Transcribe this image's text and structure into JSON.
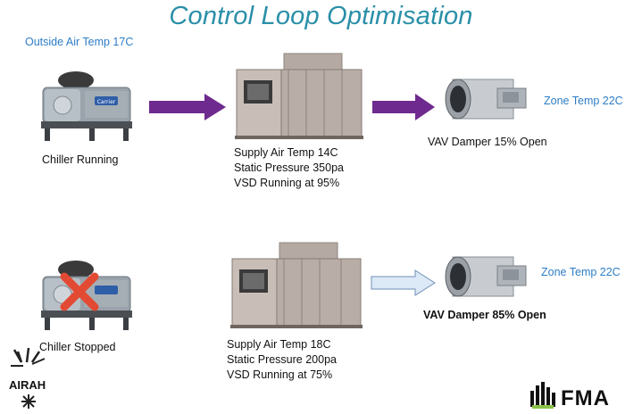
{
  "title": "Control Loop Optimisation",
  "top_row": {
    "outside_air": "Outside Air Temp 17C",
    "chiller_label": "Chiller Running",
    "ahu_lines": [
      "Supply Air Temp 14C",
      "Static Pressure 350pa",
      "VSD Running at 95%"
    ],
    "vav_label": "VAV Damper 15% Open",
    "zone_temp": "Zone Temp 22C",
    "chiller_brand": "Carrier"
  },
  "bottom_row": {
    "chiller_label": "Chiller Stopped",
    "ahu_lines": [
      "Supply Air Temp 18C",
      "Static Pressure 200pa",
      "VSD Running at 75%"
    ],
    "vav_label": "VAV Damper 85% Open",
    "zone_temp": "Zone Temp 22C"
  },
  "logos": {
    "airah": "AIRAH",
    "fma": "FMA"
  },
  "colors": {
    "title": "#2a8fa8",
    "accent_text": "#2e7dc6",
    "arrow_purple": "#6e2a8e",
    "arrow_light": "#dce9f7",
    "stop_cross": "#e34a33"
  }
}
